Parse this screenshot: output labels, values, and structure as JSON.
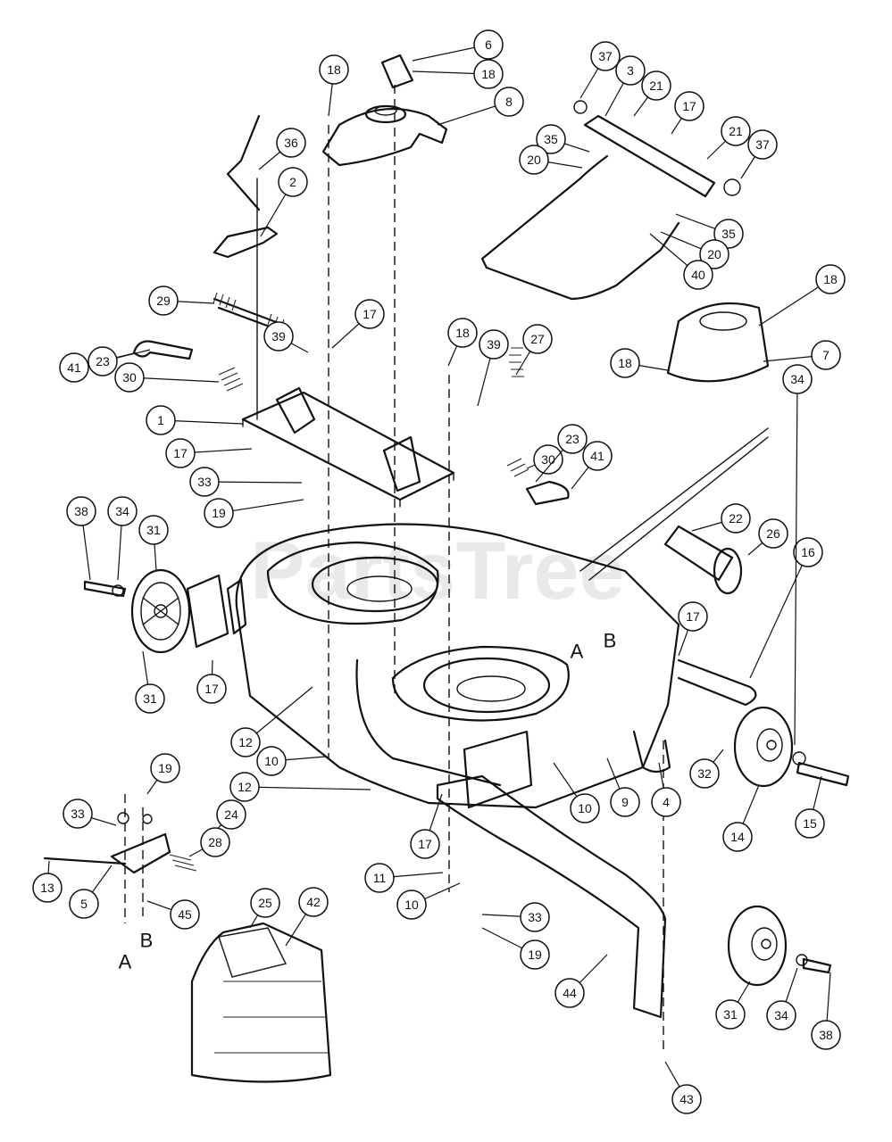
{
  "watermark": "PartsTree",
  "watermark_tm": "™",
  "callouts": [
    "6",
    "18",
    "8",
    "18",
    "36",
    "2",
    "29",
    "17",
    "39",
    "41",
    "23",
    "30",
    "1",
    "17",
    "33",
    "19",
    "38",
    "34",
    "31",
    "31",
    "17",
    "12",
    "10",
    "12",
    "18",
    "39",
    "27",
    "30",
    "23",
    "41",
    "37",
    "3",
    "21",
    "17",
    "21",
    "37",
    "35",
    "20",
    "35",
    "20",
    "40",
    "18",
    "18",
    "7",
    "22",
    "26",
    "16",
    "17",
    "34",
    "32",
    "14",
    "15",
    "A",
    "B",
    "9",
    "4",
    "10",
    "17",
    "11",
    "10",
    "33",
    "19",
    "44",
    "31",
    "34",
    "38",
    "43",
    "19",
    "33",
    "24",
    "28",
    "13",
    "5",
    "45",
    "25",
    "42"
  ],
  "letters": {
    "a": "A",
    "b": "B"
  }
}
